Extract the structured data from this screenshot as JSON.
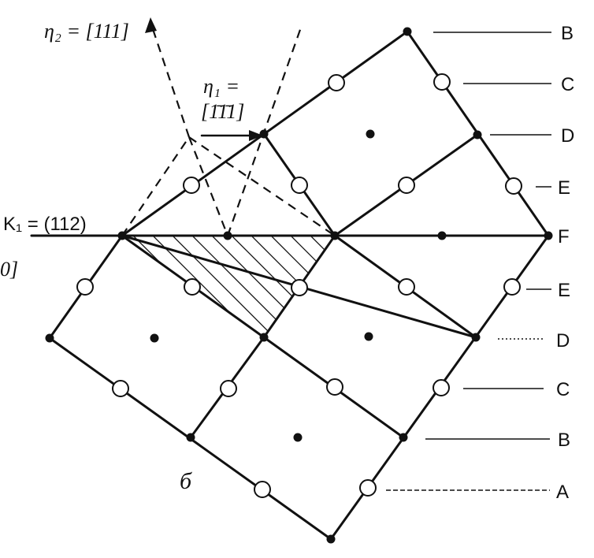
{
  "labels": {
    "eta2": "η₂ = [111]",
    "eta1_top": "η₁ =",
    "eta1_bottom": "[1̄1̄1]",
    "k1": "K₁ = (112)",
    "left_cut": "0]",
    "figure_letter": "б"
  },
  "layer_labels": [
    "B",
    "C",
    "D",
    "E",
    "F",
    "E",
    "D",
    "C",
    "B",
    "A"
  ]
}
